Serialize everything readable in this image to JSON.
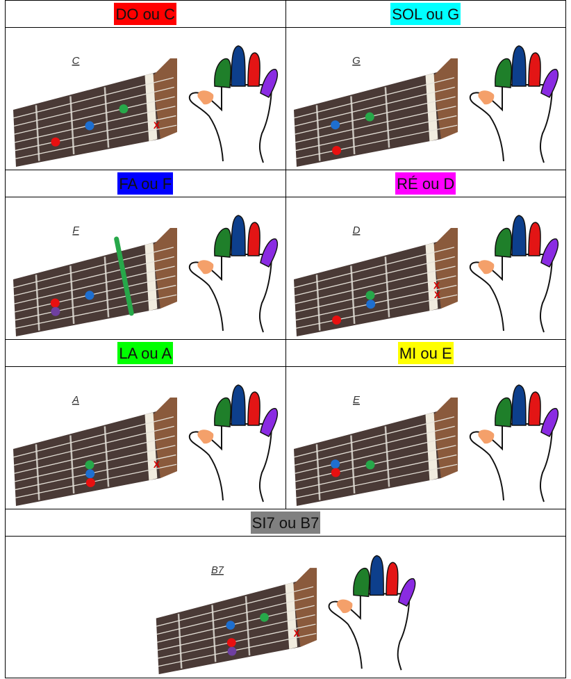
{
  "chords": [
    {
      "id": "do",
      "title": "DO ou C",
      "color": "#ff0000",
      "label": "C",
      "dots": [
        {
          "c": "red",
          "s": 5,
          "f": 1
        },
        {
          "c": "blue",
          "s": 4,
          "f": 2
        },
        {
          "c": "green",
          "s": 3,
          "f": 3
        }
      ],
      "muted": [
        6
      ],
      "barre": false
    },
    {
      "id": "sol",
      "title": "SOL ou G",
      "color": "#00ffff",
      "label": "G",
      "dots": [
        {
          "c": "blue",
          "s": 3,
          "f": 1
        },
        {
          "c": "green",
          "s": 3,
          "f": 2
        },
        {
          "c": "red",
          "s": 6,
          "f": 1
        }
      ],
      "muted": [],
      "barre": false
    },
    {
      "id": "fa",
      "title": "FA ou F",
      "color": "#0000ff",
      "label": "F",
      "dots": [
        {
          "c": "red",
          "s": 4,
          "f": 1
        },
        {
          "c": "purple",
          "s": 5,
          "f": 1
        },
        {
          "c": "blue",
          "s": 4,
          "f": 2
        }
      ],
      "muted": [],
      "barre": true
    },
    {
      "id": "re",
      "title": "RÉ ou D",
      "color": "#ff00ff",
      "label": "D",
      "dots": [
        {
          "c": "green",
          "s": 4,
          "f": 2
        },
        {
          "c": "blue",
          "s": 5,
          "f": 2
        },
        {
          "c": "red",
          "s": 6,
          "f": 1
        }
      ],
      "muted": [
        5,
        6
      ],
      "barre": false
    },
    {
      "id": "la",
      "title": "LA ou A",
      "color": "#00ff00",
      "label": "A",
      "dots": [
        {
          "c": "green",
          "s": 4,
          "f": 2
        },
        {
          "c": "blue",
          "s": 5,
          "f": 2
        },
        {
          "c": "red",
          "s": 6,
          "f": 2
        }
      ],
      "muted": [
        6
      ],
      "barre": false
    },
    {
      "id": "mi",
      "title": "MI ou E",
      "color": "#ffff00",
      "label": "E",
      "dots": [
        {
          "c": "blue",
          "s": 3,
          "f": 1
        },
        {
          "c": "red",
          "s": 4,
          "f": 1
        },
        {
          "c": "green",
          "s": 4,
          "f": 2
        }
      ],
      "muted": [],
      "barre": false
    },
    {
      "id": "si7",
      "title": "SI7 ou B7",
      "color": "#808080",
      "label": "B7",
      "dots": [
        {
          "c": "blue",
          "s": 3,
          "f": 2
        },
        {
          "c": "green",
          "s": 3,
          "f": 3
        },
        {
          "c": "red",
          "s": 5,
          "f": 2
        },
        {
          "c": "purple",
          "s": 6,
          "f": 2
        }
      ],
      "muted": [
        6
      ],
      "barre": false
    }
  ],
  "colors": {
    "red": "#e81010",
    "blue": "#1e6fd0",
    "green": "#27a84a",
    "purple": "#6f3fa0",
    "fret_wood": "#4a3a36",
    "nut": "#f1ecdf",
    "thumb": "#f4a06a",
    "index_finger": "#1f7f2a",
    "middle_finger": "#0d3f8c",
    "ring_finger": "#e31515",
    "pinky_finger": "#8a2be2"
  },
  "icons": {
    "mute": "x-mark-icon",
    "hand": "hand-icon"
  }
}
